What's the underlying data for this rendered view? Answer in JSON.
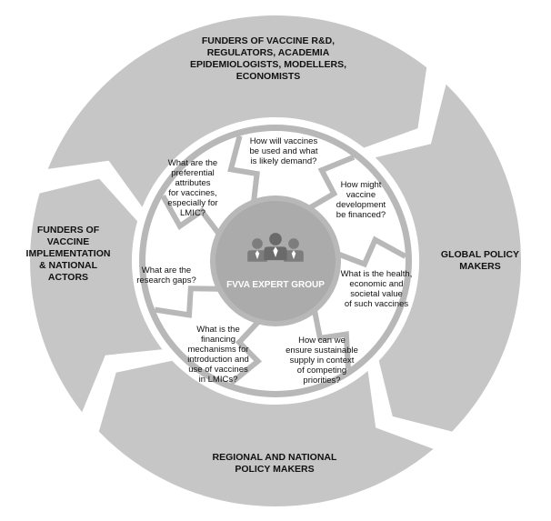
{
  "center": {
    "label": "FVVA EXPERT GROUP",
    "icon": "people-group-icon"
  },
  "outer_segments": [
    {
      "id": "top",
      "lines": [
        "FUNDERS OF VACCINE R&D,",
        "REGULATORS, ACADEMIA",
        "EPIDEMIOLOGISTS, MODELLERS,",
        "ECONOMISTS"
      ]
    },
    {
      "id": "right",
      "lines": [
        "GLOBAL POLICY",
        "MAKERS"
      ]
    },
    {
      "id": "bottom",
      "lines": [
        "REGIONAL AND NATIONAL",
        "POLICY MAKERS"
      ]
    },
    {
      "id": "left",
      "lines": [
        "FUNDERS OF",
        "VACCINE",
        "IMPLEMENTATION",
        "& NATIONAL",
        "ACTORS"
      ]
    }
  ],
  "inner_questions": [
    {
      "id": "q-demand",
      "lines": [
        "How will vaccines",
        "be used and what",
        "is likely demand?"
      ]
    },
    {
      "id": "q-financed",
      "lines": [
        "How might",
        "vaccine",
        "development",
        "be financed?"
      ]
    },
    {
      "id": "q-value",
      "lines": [
        "What is the health,",
        "economic and",
        "societal value",
        "of such vaccines"
      ]
    },
    {
      "id": "q-supply",
      "lines": [
        "How can we",
        "ensure sustainable",
        "supply in context",
        "of competing",
        "priorities?"
      ]
    },
    {
      "id": "q-financing-mech",
      "lines": [
        "What is the",
        "financing",
        "mechanisms for",
        "introduction and",
        "use of vaccines",
        "in LMICs?"
      ]
    },
    {
      "id": "q-gaps",
      "lines": [
        "What are the",
        "research gaps?"
      ]
    },
    {
      "id": "q-attributes",
      "lines": [
        "What are the",
        "preferential",
        "attributes",
        "for vaccines,",
        "especially for",
        "LMIC?"
      ]
    }
  ],
  "colors": {
    "outer_ring": "#c6c6c6",
    "inner_ring": "#b8b8b8",
    "center_disc": "#ababab",
    "background": "#ffffff"
  }
}
